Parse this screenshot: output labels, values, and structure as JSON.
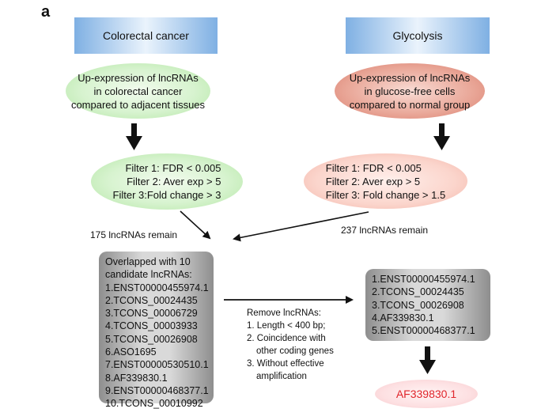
{
  "panel_label": "a",
  "left": {
    "title": "Colorectal cancer",
    "criteria": [
      "Up-expression of lncRNAs",
      "in colorectal cancer",
      "compared to adjacent tissues"
    ],
    "filters": [
      "Filter 1: FDR < 0.005",
      "Filter 2: Aver exp > 5",
      "Filter 3:Fold change > 3"
    ],
    "remain": "175 lncRNAs remain"
  },
  "right": {
    "title": "Glycolysis",
    "criteria": [
      "Up-expression of lncRNAs",
      "in glucose-free cells",
      "compared to normal group"
    ],
    "filters": [
      "Filter 1: FDR < 0.005",
      "Filter 2: Aver exp > 5",
      "Filter 3: Fold change > 1.5"
    ],
    "remain": "237 lncRNAs remain"
  },
  "overlap": {
    "lines": [
      "Overlapped with 10",
      "candidate lncRNAs:",
      "1.ENST00000455974.1",
      "2.TCONS_00024435",
      "3.TCONS_00006729",
      "4.TCONS_00003933",
      "5.TCONS_00026908",
      "6.ASO1695",
      "7.ENST00000530510.1",
      "8.AF339830.1",
      "9.ENST00000468377.1",
      "10.TCONS_00010992"
    ]
  },
  "remove": {
    "lines": [
      "Remove lncRNAs:",
      "1. Length < 400 bp;",
      "2. Coincidence with",
      "other coding genes",
      "3. Without effective",
      "amplification"
    ]
  },
  "remaining": {
    "lines": [
      "1.ENST00000455974.1",
      "2.TCONS_00024435",
      "3.TCONS_00026908",
      "4.AF339830.1",
      "5.ENST00000468377.1"
    ]
  },
  "final": {
    "label": "AF339830.1",
    "color": "#e0252b"
  }
}
